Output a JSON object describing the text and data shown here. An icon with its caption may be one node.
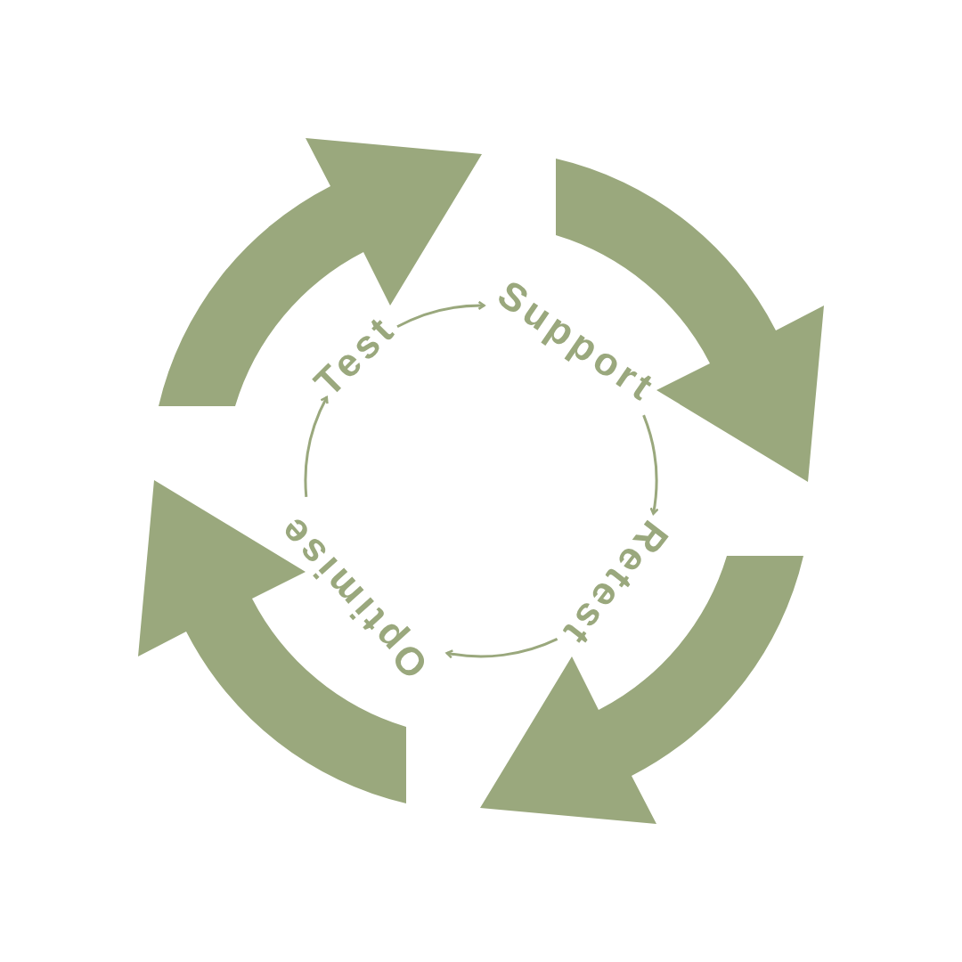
{
  "diagram": {
    "nodes": [
      {
        "text": [
          "Test"
        ]
      },
      {
        "text": [
          "Support"
        ]
      },
      {
        "text": [
          "Retest"
        ]
      },
      {
        "text": [
          "Optimise"
        ]
      }
    ],
    "edges": [
      {
        "from": 0,
        "to": 1,
        "arrow": "to"
      },
      {
        "from": 1,
        "to": 2,
        "arrow": "to"
      },
      {
        "from": 2,
        "to": 3,
        "arrow": "to"
      },
      {
        "from": 3,
        "to": 0,
        "arrow": "to"
      }
    ]
  }
}
